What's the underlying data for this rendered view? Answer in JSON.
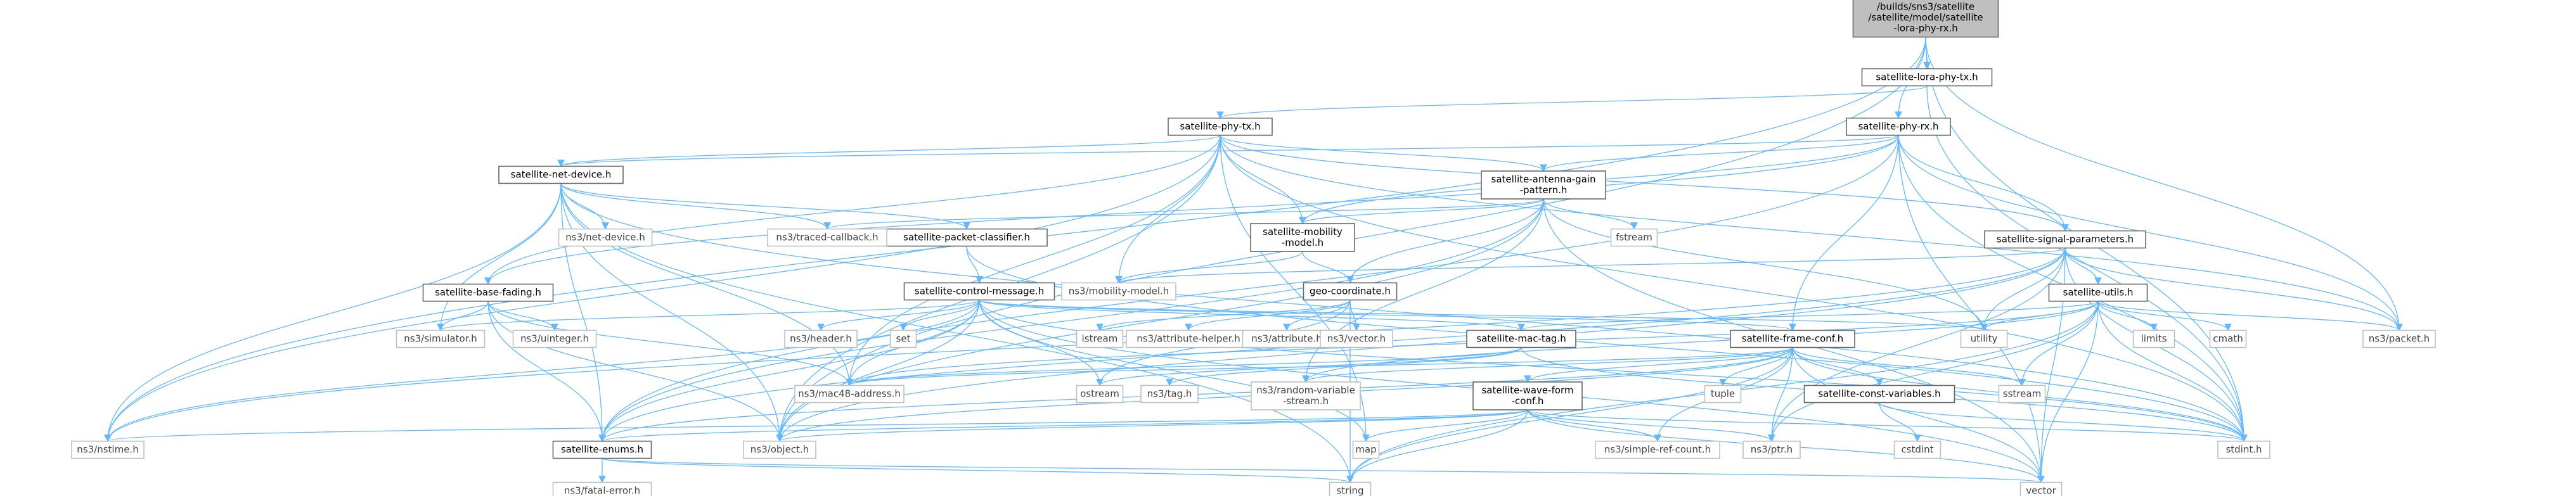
{
  "graph": {
    "edge_color": "#63b8ff",
    "root_fill": "#bfbfbf",
    "node_border": "#666666",
    "ext_border": "#bfbfbf",
    "nodes": [
      {
        "id": "root",
        "lines": [
          "/builds/sns3/satellite",
          "/satellite/model/satellite",
          "-lora-phy-rx.h"
        ],
        "kind": "root"
      },
      {
        "id": "lora_tx",
        "lines": [
          "satellite-lora-phy-tx.h"
        ],
        "kind": "proj"
      },
      {
        "id": "phy_tx",
        "lines": [
          "satellite-phy-tx.h"
        ],
        "kind": "proj"
      },
      {
        "id": "phy_rx",
        "lines": [
          "satellite-phy-rx.h"
        ],
        "kind": "proj"
      },
      {
        "id": "net_dev",
        "lines": [
          "satellite-net-device.h"
        ],
        "kind": "proj"
      },
      {
        "id": "antenna",
        "lines": [
          "satellite-antenna-gain",
          "-pattern.h"
        ],
        "kind": "proj"
      },
      {
        "id": "signal",
        "lines": [
          "satellite-signal-parameters.h"
        ],
        "kind": "proj"
      },
      {
        "id": "mobility",
        "lines": [
          "satellite-mobility",
          "-model.h"
        ],
        "kind": "proj"
      },
      {
        "id": "classifier",
        "lines": [
          "satellite-packet-classifier.h"
        ],
        "kind": "proj"
      },
      {
        "id": "fading",
        "lines": [
          "satellite-base-fading.h"
        ],
        "kind": "proj"
      },
      {
        "id": "control",
        "lines": [
          "satellite-control-message.h"
        ],
        "kind": "proj"
      },
      {
        "id": "geo",
        "lines": [
          "geo-coordinate.h"
        ],
        "kind": "proj"
      },
      {
        "id": "utils",
        "lines": [
          "satellite-utils.h"
        ],
        "kind": "proj"
      },
      {
        "id": "mac_tag",
        "lines": [
          "satellite-mac-tag.h"
        ],
        "kind": "proj"
      },
      {
        "id": "frame",
        "lines": [
          "satellite-frame-conf.h"
        ],
        "kind": "proj"
      },
      {
        "id": "const",
        "lines": [
          "satellite-const-variables.h"
        ],
        "kind": "proj"
      },
      {
        "id": "wave",
        "lines": [
          "satellite-wave-form",
          "-conf.h"
        ],
        "kind": "proj"
      },
      {
        "id": "enums",
        "lines": [
          "satellite-enums.h"
        ],
        "kind": "proj"
      },
      {
        "id": "net_device",
        "lines": [
          "ns3/net-device.h"
        ],
        "kind": "ext"
      },
      {
        "id": "traced",
        "lines": [
          "ns3/traced-callback.h"
        ],
        "kind": "ext"
      },
      {
        "id": "fstream",
        "lines": [
          "fstream"
        ],
        "kind": "ext"
      },
      {
        "id": "mobility_model",
        "lines": [
          "ns3/mobility-model.h"
        ],
        "kind": "ext"
      },
      {
        "id": "simulator",
        "lines": [
          "ns3/simulator.h"
        ],
        "kind": "ext"
      },
      {
        "id": "uinteger",
        "lines": [
          "ns3/uinteger.h"
        ],
        "kind": "ext"
      },
      {
        "id": "header",
        "lines": [
          "ns3/header.h"
        ],
        "kind": "ext"
      },
      {
        "id": "set",
        "lines": [
          "set"
        ],
        "kind": "ext"
      },
      {
        "id": "istream",
        "lines": [
          "istream"
        ],
        "kind": "ext"
      },
      {
        "id": "attr_helper",
        "lines": [
          "ns3/attribute-helper.h"
        ],
        "kind": "ext"
      },
      {
        "id": "attribute",
        "lines": [
          "ns3/attribute.h"
        ],
        "kind": "ext"
      },
      {
        "id": "vector_h",
        "lines": [
          "ns3/vector.h"
        ],
        "kind": "ext"
      },
      {
        "id": "utility",
        "lines": [
          "utility"
        ],
        "kind": "ext"
      },
      {
        "id": "limits",
        "lines": [
          "limits"
        ],
        "kind": "ext"
      },
      {
        "id": "cmath",
        "lines": [
          "cmath"
        ],
        "kind": "ext"
      },
      {
        "id": "packet",
        "lines": [
          "ns3/packet.h"
        ],
        "kind": "ext"
      },
      {
        "id": "mac48",
        "lines": [
          "ns3/mac48-address.h"
        ],
        "kind": "ext"
      },
      {
        "id": "ostream",
        "lines": [
          "ostream"
        ],
        "kind": "ext"
      },
      {
        "id": "tag",
        "lines": [
          "ns3/tag.h"
        ],
        "kind": "ext"
      },
      {
        "id": "random",
        "lines": [
          "ns3/random-variable",
          "-stream.h"
        ],
        "kind": "ext"
      },
      {
        "id": "tuple",
        "lines": [
          "tuple"
        ],
        "kind": "ext"
      },
      {
        "id": "sstream",
        "lines": [
          "sstream"
        ],
        "kind": "ext"
      },
      {
        "id": "nstime",
        "lines": [
          "ns3/nstime.h"
        ],
        "kind": "ext"
      },
      {
        "id": "object",
        "lines": [
          "ns3/object.h"
        ],
        "kind": "ext"
      },
      {
        "id": "map",
        "lines": [
          "map"
        ],
        "kind": "ext"
      },
      {
        "id": "simple_ref",
        "lines": [
          "ns3/simple-ref-count.h"
        ],
        "kind": "ext"
      },
      {
        "id": "ptr",
        "lines": [
          "ns3/ptr.h"
        ],
        "kind": "ext"
      },
      {
        "id": "stdint",
        "lines": [
          "stdint.h"
        ],
        "kind": "ext"
      },
      {
        "id": "cstdint",
        "lines": [
          "cstdint"
        ],
        "kind": "ext"
      },
      {
        "id": "fatal",
        "lines": [
          "ns3/fatal-error.h"
        ],
        "kind": "ext"
      },
      {
        "id": "string",
        "lines": [
          "string"
        ],
        "kind": "ext"
      },
      {
        "id": "vector",
        "lines": [
          "vector"
        ],
        "kind": "ext"
      }
    ],
    "edges": [
      [
        "root",
        "lora_tx"
      ],
      [
        "root",
        "phy_rx"
      ],
      [
        "root",
        "nstime"
      ],
      [
        "root",
        "object"
      ],
      [
        "root",
        "packet"
      ],
      [
        "root",
        "stdint"
      ],
      [
        "lora_tx",
        "phy_tx"
      ],
      [
        "lora_tx",
        "stdint"
      ],
      [
        "phy_tx",
        "net_dev"
      ],
      [
        "phy_tx",
        "antenna"
      ],
      [
        "phy_tx",
        "signal"
      ],
      [
        "phy_tx",
        "mobility"
      ],
      [
        "phy_tx",
        "fading"
      ],
      [
        "phy_tx",
        "mobility_model"
      ],
      [
        "phy_tx",
        "nstime"
      ],
      [
        "phy_tx",
        "object"
      ],
      [
        "phy_tx",
        "packet"
      ],
      [
        "phy_tx",
        "map"
      ],
      [
        "phy_tx",
        "mac48"
      ],
      [
        "phy_tx",
        "stdint"
      ],
      [
        "phy_rx",
        "net_dev"
      ],
      [
        "phy_rx",
        "antenna"
      ],
      [
        "phy_rx",
        "signal"
      ],
      [
        "phy_rx",
        "mobility"
      ],
      [
        "phy_rx",
        "frame"
      ],
      [
        "phy_rx",
        "fading"
      ],
      [
        "phy_rx",
        "enums"
      ],
      [
        "phy_rx",
        "packet"
      ],
      [
        "phy_rx",
        "stdint"
      ],
      [
        "phy_rx",
        "vector"
      ],
      [
        "net_dev",
        "net_device"
      ],
      [
        "net_dev",
        "traced"
      ],
      [
        "net_dev",
        "classifier"
      ],
      [
        "net_dev",
        "simulator"
      ],
      [
        "net_dev",
        "mac48"
      ],
      [
        "net_dev",
        "enums"
      ],
      [
        "net_dev",
        "nstime"
      ],
      [
        "net_dev",
        "object"
      ],
      [
        "net_dev",
        "string"
      ],
      [
        "net_dev",
        "stdint"
      ],
      [
        "antenna",
        "mobility"
      ],
      [
        "antenna",
        "geo"
      ],
      [
        "antenna",
        "fstream"
      ],
      [
        "antenna",
        "traced"
      ],
      [
        "antenna",
        "utility"
      ],
      [
        "antenna",
        "random"
      ],
      [
        "antenna",
        "object"
      ],
      [
        "antenna",
        "vector"
      ],
      [
        "antenna",
        "enums"
      ],
      [
        "signal",
        "utils"
      ],
      [
        "signal",
        "packet"
      ],
      [
        "signal",
        "mobility_model"
      ],
      [
        "signal",
        "nstime"
      ],
      [
        "signal",
        "object"
      ],
      [
        "signal",
        "utility"
      ],
      [
        "signal",
        "ptr"
      ],
      [
        "signal",
        "stdint"
      ],
      [
        "signal",
        "vector"
      ],
      [
        "signal",
        "enums"
      ],
      [
        "mobility",
        "geo"
      ],
      [
        "mobility",
        "mobility_model"
      ],
      [
        "classifier",
        "control"
      ],
      [
        "classifier",
        "stdint"
      ],
      [
        "fading",
        "simulator"
      ],
      [
        "fading",
        "uinteger"
      ],
      [
        "fading",
        "mac48"
      ],
      [
        "fading",
        "object"
      ],
      [
        "fading",
        "enums"
      ],
      [
        "control",
        "header"
      ],
      [
        "control",
        "set"
      ],
      [
        "control",
        "ostream"
      ],
      [
        "control",
        "mac48"
      ],
      [
        "control",
        "simulator"
      ],
      [
        "control",
        "mac_tag"
      ],
      [
        "control",
        "enums"
      ],
      [
        "control",
        "nstime"
      ],
      [
        "control",
        "object"
      ],
      [
        "control",
        "map"
      ],
      [
        "control",
        "vector"
      ],
      [
        "control",
        "utility"
      ],
      [
        "control",
        "stdint"
      ],
      [
        "control",
        "frame"
      ],
      [
        "geo",
        "istream"
      ],
      [
        "geo",
        "attr_helper"
      ],
      [
        "geo",
        "attribute"
      ],
      [
        "geo",
        "vector_h"
      ],
      [
        "geo",
        "ostream"
      ],
      [
        "geo",
        "string"
      ],
      [
        "utils",
        "utility"
      ],
      [
        "utils",
        "limits"
      ],
      [
        "utils",
        "cmath"
      ],
      [
        "utils",
        "packet"
      ],
      [
        "utils",
        "mac_tag"
      ],
      [
        "utils",
        "mac48"
      ],
      [
        "utils",
        "sstream"
      ],
      [
        "utils",
        "stdint"
      ],
      [
        "utils",
        "vector"
      ],
      [
        "utils",
        "string"
      ],
      [
        "utils",
        "random"
      ],
      [
        "utils",
        "ptr"
      ],
      [
        "mac_tag",
        "tag"
      ],
      [
        "mac_tag",
        "mac48"
      ],
      [
        "mac_tag",
        "ostream"
      ],
      [
        "mac_tag",
        "stdint"
      ],
      [
        "frame",
        "const"
      ],
      [
        "frame",
        "wave"
      ],
      [
        "frame",
        "tuple"
      ],
      [
        "frame",
        "sstream"
      ],
      [
        "frame",
        "random"
      ],
      [
        "frame",
        "simple_ref"
      ],
      [
        "frame",
        "ptr"
      ],
      [
        "frame",
        "enums"
      ],
      [
        "frame",
        "object"
      ],
      [
        "frame",
        "string"
      ],
      [
        "frame",
        "vector"
      ],
      [
        "frame",
        "stdint"
      ],
      [
        "frame",
        "mac48"
      ],
      [
        "const",
        "cstdint"
      ],
      [
        "const",
        "stdint"
      ],
      [
        "wave",
        "enums"
      ],
      [
        "wave",
        "object"
      ],
      [
        "wave",
        "nstime"
      ],
      [
        "wave",
        "map"
      ],
      [
        "wave",
        "simple_ref"
      ],
      [
        "wave",
        "ptr"
      ],
      [
        "wave",
        "string"
      ],
      [
        "wave",
        "vector"
      ],
      [
        "wave",
        "stdint"
      ],
      [
        "enums",
        "fatal"
      ],
      [
        "enums",
        "string"
      ],
      [
        "enums",
        "vector"
      ]
    ]
  }
}
